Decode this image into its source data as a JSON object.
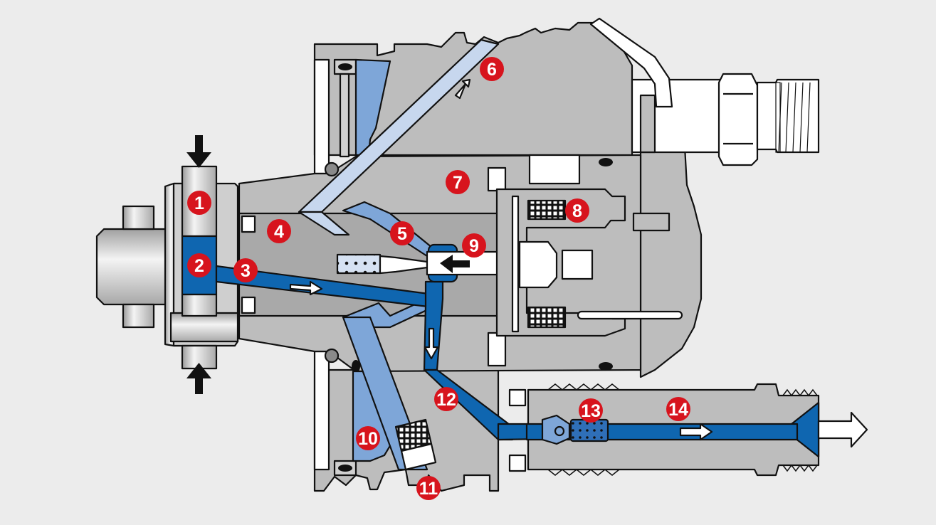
{
  "diagram": {
    "type": "cutaway-technical-illustration",
    "subject": "pump cross-section with fuel flow path",
    "colors": {
      "background": "#ececec",
      "housing": "#bdbdbd",
      "housing_dark": "#a9a9a9",
      "high_pressure_fluid": "#0f66b0",
      "low_pressure_fluid": "#7ea6d8",
      "return_fluid": "#c7d7ee",
      "callout": "#d7141d",
      "callout_text": "#ffffff",
      "outline": "#111111"
    },
    "callouts": [
      {
        "id": "1",
        "label": "1"
      },
      {
        "id": "2",
        "label": "2"
      },
      {
        "id": "3",
        "label": "3"
      },
      {
        "id": "4",
        "label": "4"
      },
      {
        "id": "5",
        "label": "5"
      },
      {
        "id": "6",
        "label": "6"
      },
      {
        "id": "7",
        "label": "7"
      },
      {
        "id": "8",
        "label": "8"
      },
      {
        "id": "9",
        "label": "9"
      },
      {
        "id": "10",
        "label": "10"
      },
      {
        "id": "11",
        "label": "11"
      },
      {
        "id": "12",
        "label": "12"
      },
      {
        "id": "13",
        "label": "13"
      },
      {
        "id": "14",
        "label": "14"
      }
    ],
    "flow_arrows": [
      "inlet-flow",
      "return-flow",
      "down-flow",
      "outlet-flow",
      "exit-flow"
    ],
    "force_arrows": [
      "top-force",
      "bottom-force"
    ]
  }
}
